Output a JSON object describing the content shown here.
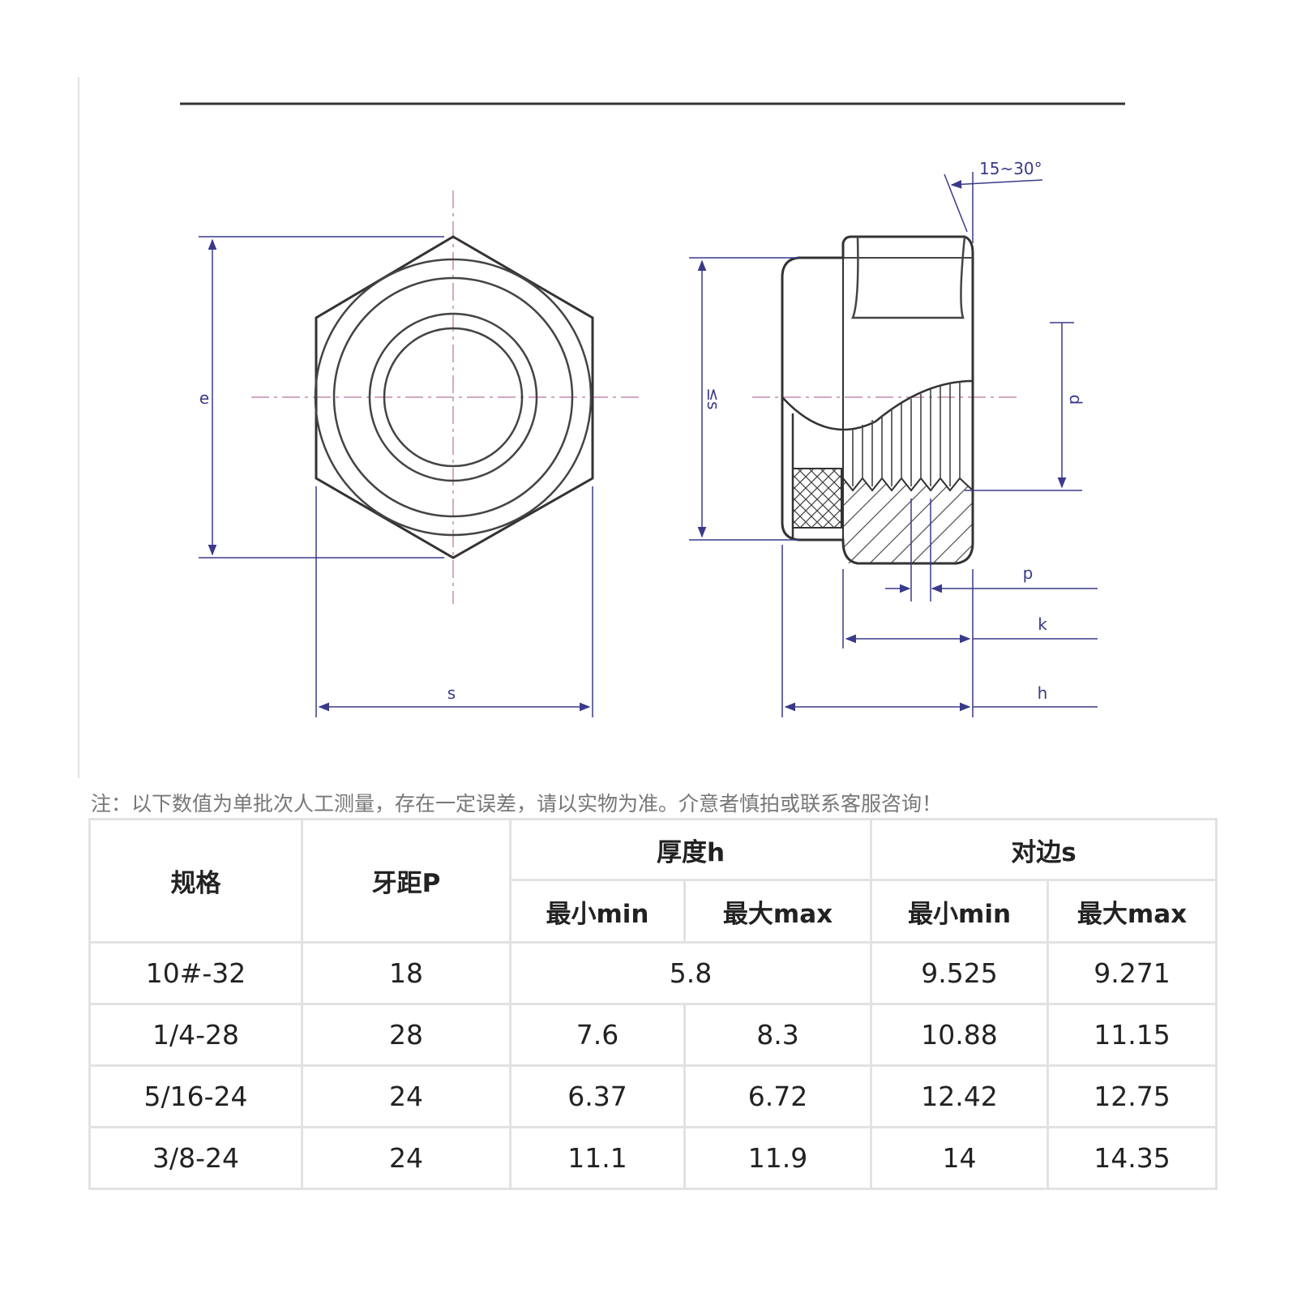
{
  "diagram": {
    "labels": {
      "e": "e",
      "s_front": "s",
      "s_side": "≤s",
      "d": "d",
      "angle": "15~30°",
      "p": "p",
      "k": "k",
      "h": "h"
    },
    "colors": {
      "outline": "#333333",
      "dimension": "#3a3a8a",
      "centerline": "#c48ab0"
    }
  },
  "note": "注：以下数值为单批次人工测量，存在一定误差，请以实物为准。介意者慎拍或联系客服咨询！",
  "table": {
    "headers": {
      "spec": "规格",
      "pitch": "牙距P",
      "thickness": "厚度h",
      "across_flats": "对边s",
      "min": "最小min",
      "max": "最大max"
    },
    "rows": [
      {
        "spec": "10#-32",
        "pitch": "18",
        "h": "5.8",
        "s_min": "9.525",
        "s_max": "9.271"
      },
      {
        "spec": "1/4-28",
        "pitch": "28",
        "h_min": "7.6",
        "h_max": "8.3",
        "s_min": "10.88",
        "s_max": "11.15"
      },
      {
        "spec": "5/16-24",
        "pitch": "24",
        "h_min": "6.37",
        "h_max": "6.72",
        "s_min": "12.42",
        "s_max": "12.75"
      },
      {
        "spec": "3/8-24",
        "pitch": "24",
        "h_min": "11.1",
        "h_max": "11.9",
        "s_min": "14",
        "s_max": "14.35"
      }
    ]
  }
}
